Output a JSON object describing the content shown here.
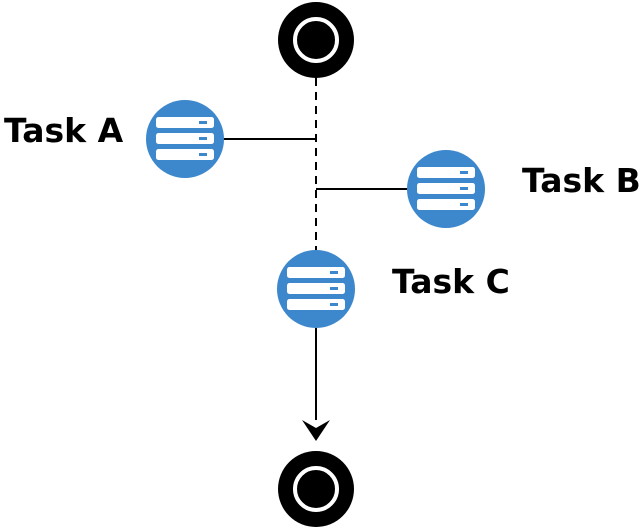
{
  "tasks": [
    {
      "id": "a",
      "label": "Task A",
      "icon": "server-icon"
    },
    {
      "id": "b",
      "label": "Task B",
      "icon": "server-icon"
    },
    {
      "id": "c",
      "label": "Task C",
      "icon": "server-icon"
    }
  ],
  "nodes": {
    "start": {
      "icon": "start-node-icon"
    },
    "end": {
      "icon": "end-node-icon"
    }
  },
  "colors": {
    "task_fill": "#3d87cc",
    "task_bar": "#ffffff",
    "node_fill": "#000000",
    "node_ring": "#ffffff",
    "line": "#000000"
  }
}
